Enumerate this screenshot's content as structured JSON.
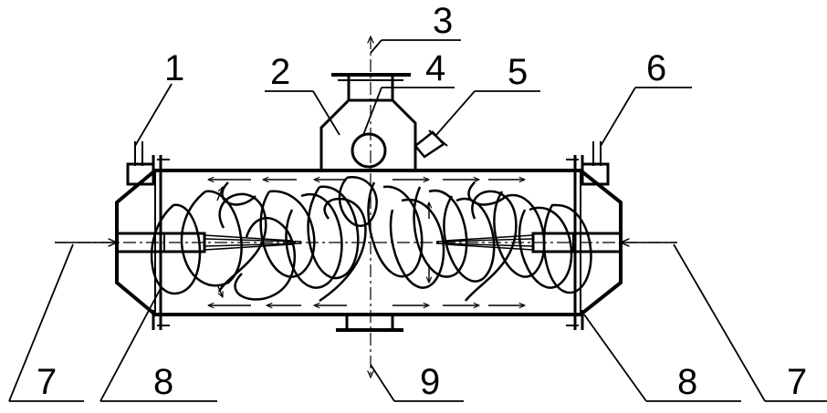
{
  "labels": {
    "l1": "1",
    "l2": "2",
    "l3": "3",
    "l4": "4",
    "l5": "5",
    "l6": "6",
    "l7_left": "7",
    "l7_right": "7",
    "l8_left": "8",
    "l8_right": "8",
    "l9": "9"
  },
  "colors": {
    "ink": "#000000",
    "paper": "#ffffff"
  }
}
